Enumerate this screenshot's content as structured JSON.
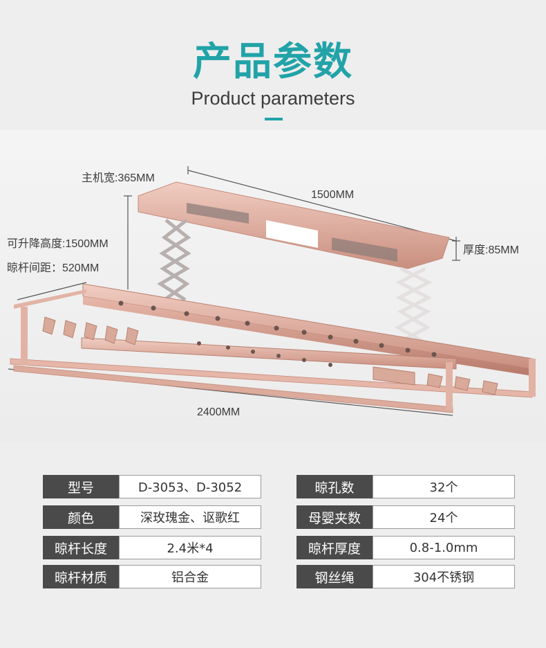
{
  "header": {
    "title_cn": "产品参数",
    "title_en": "Product parameters"
  },
  "dimensions": {
    "host_width": "主机宽:365MM",
    "length": "1500MM",
    "thickness": "厚度:85MM",
    "lift_height": "可升降高度:1500MM",
    "rod_spacing": "晾杆间距：520MM",
    "rod_length": "2400MM"
  },
  "specs": {
    "left": [
      {
        "key": "型号",
        "value": "D-3053、D-3052"
      },
      {
        "key": "颜色",
        "value": "深玫瑰金、讴歌红"
      },
      {
        "key": "晾杆长度",
        "value": "2.4米*4"
      },
      {
        "key": "晾杆材质",
        "value": "铝合金"
      }
    ],
    "right": [
      {
        "key": "晾孔数",
        "value": "32个"
      },
      {
        "key": "母婴夹数",
        "value": "24个"
      },
      {
        "key": "晾杆厚度",
        "value": "0.8-1.0mm"
      },
      {
        "key": "钢丝绳",
        "value": "304不锈钢"
      }
    ]
  },
  "colors": {
    "accent": "#21a3a8",
    "rose_gold": "#d9a99a",
    "spec_key_bg": "#4a4a4a"
  }
}
